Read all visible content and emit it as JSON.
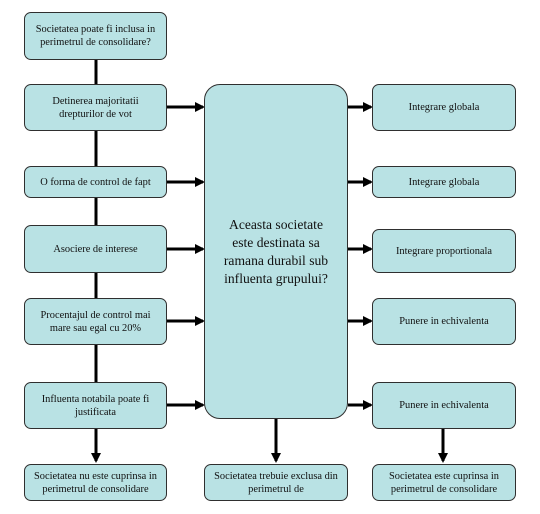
{
  "diagram": {
    "left_column": [
      "Societatea poate fi inclusa in perimetrul de consolidare?",
      "Detinerea majoritatii drepturilor de vot",
      "O forma de control de fapt",
      "Asociere de interese",
      "Procentajul de control mai mare sau egal cu 20%",
      "Influenta notabila poate fi justificata"
    ],
    "center": "Aceasta societate este destinata sa ramana durabil sub influenta grupului?",
    "right_column": [
      "Integrare globala",
      "Integrare globala",
      "Integrare proportionala",
      "Punere in echivalenta",
      "Punere in echivalenta"
    ],
    "bottom_row": [
      "Societatea nu este cuprinsa in perimetrul de consolidare",
      "Societatea trebuie exclusa din perimetrul de",
      "Societatea este cuprinsa in perimetrul de consolidare"
    ],
    "colors": {
      "box_fill": "#b9e2e4",
      "border": "#2f2f2f",
      "arrow": "#000000"
    }
  }
}
